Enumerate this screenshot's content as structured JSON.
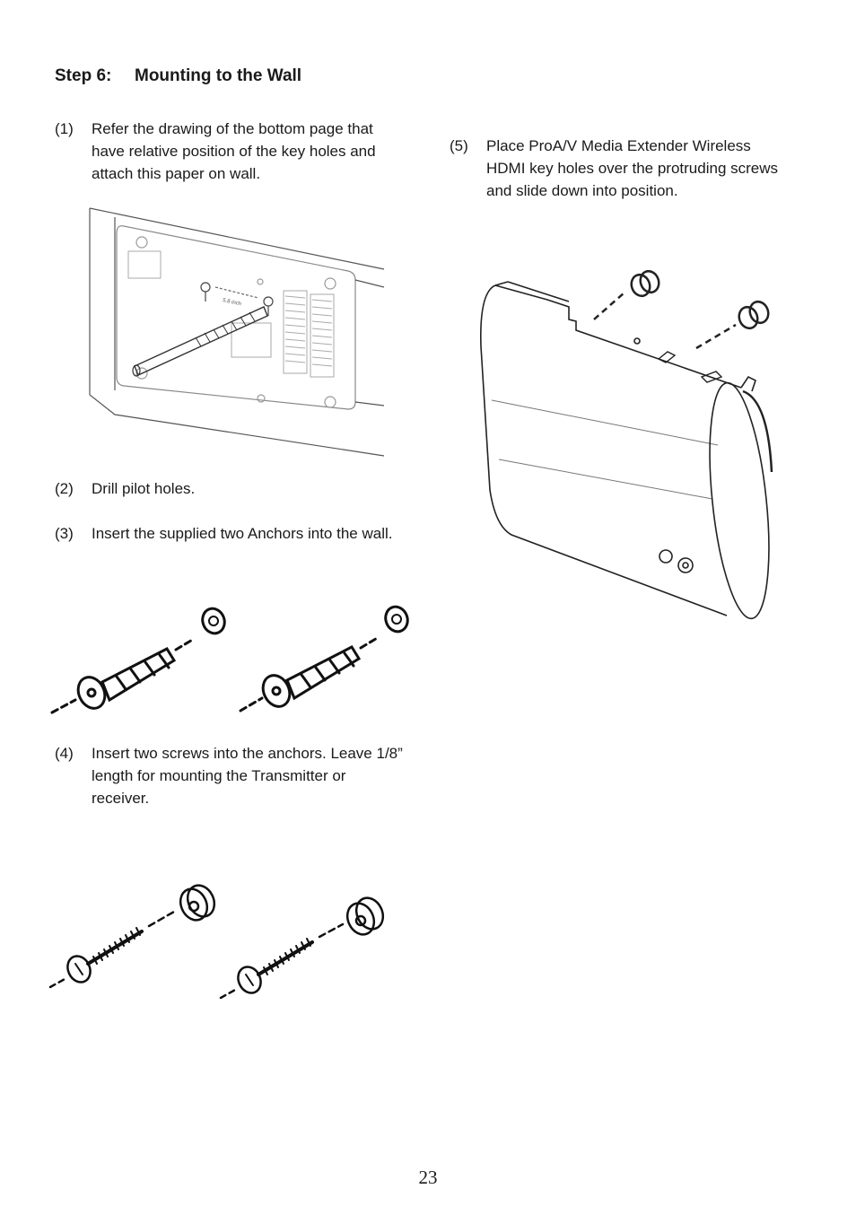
{
  "heading": {
    "number": "Step 6:",
    "title": "Mounting to the Wall"
  },
  "steps": [
    {
      "num": "(1)",
      "text": "Refer the drawing of the bottom page that have relative position of the key holes and attach this paper on wall."
    },
    {
      "num": "(2)",
      "text": "Drill pilot holes."
    },
    {
      "num": "(3)",
      "text": "Insert the supplied two Anchors into the wall."
    },
    {
      "num": "(4)",
      "text": "Insert two screws into the anchors. Leave 1/8” length for mounting the Transmitter or receiver."
    },
    {
      "num": "(5)",
      "text": "Place ProA/V Media Extender Wireless HDMI key holes over the protruding screws and slide down into position."
    }
  ],
  "figure_labels": {
    "hole_distance": "5.8 inch"
  },
  "page_number": "23"
}
